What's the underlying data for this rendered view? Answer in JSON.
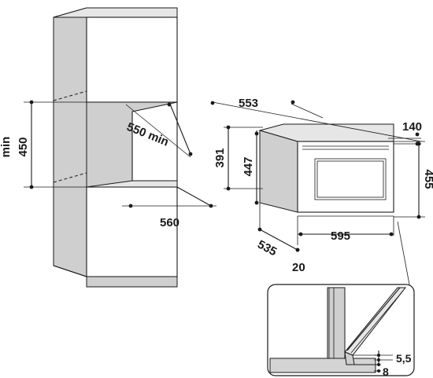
{
  "cabinet_dimensions": {
    "niche_height": "450",
    "min_label": "min",
    "niche_depth": "550 min",
    "niche_width": "560"
  },
  "appliance_dimensions": {
    "body_depth": "553",
    "front_offset": "140",
    "body_height": "391",
    "inner_height": "447",
    "front_height": "455",
    "total_depth": "535",
    "front_width": "595",
    "front_gap": "20"
  },
  "detail_dimensions": {
    "gap_top": "5,5",
    "gap_bottom": "8"
  }
}
